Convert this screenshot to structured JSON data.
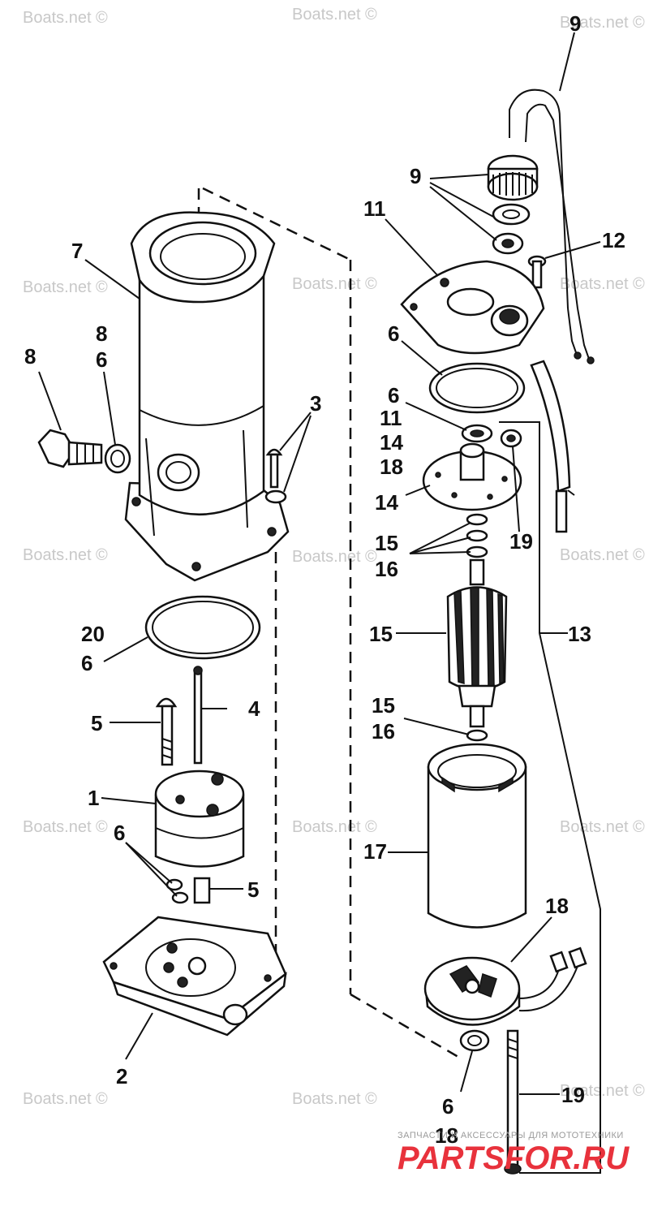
{
  "watermark": "Boats.net ©",
  "brand": {
    "tagline": "ЗАПЧАСТИ И АКСЕССУАРЫ ДЛЯ МОТОТЕХНИКИ",
    "name": "PARTSFOR.RU"
  },
  "callouts": {
    "c1": "1",
    "c2": "2",
    "c3": "3",
    "c4": "4",
    "c5a": "5",
    "c5b": "5",
    "c6a": "6",
    "c6b": "6",
    "c6c": "6",
    "c6d": "6",
    "c6e": "6",
    "c6f": "6",
    "c7": "7",
    "c8a": "8",
    "c8b": "8",
    "c9a": "9",
    "c9b": "9",
    "c11a": "11",
    "c11b": "11",
    "c12": "12",
    "c13": "13",
    "c14a": "14",
    "c14b": "14",
    "c15a": "15",
    "c15b": "15",
    "c15c": "15",
    "c16a": "16",
    "c16b": "16",
    "c17": "17",
    "c18a": "18",
    "c18b": "18",
    "c18c": "18",
    "c19a": "19",
    "c19b": "19",
    "c20": "20"
  }
}
